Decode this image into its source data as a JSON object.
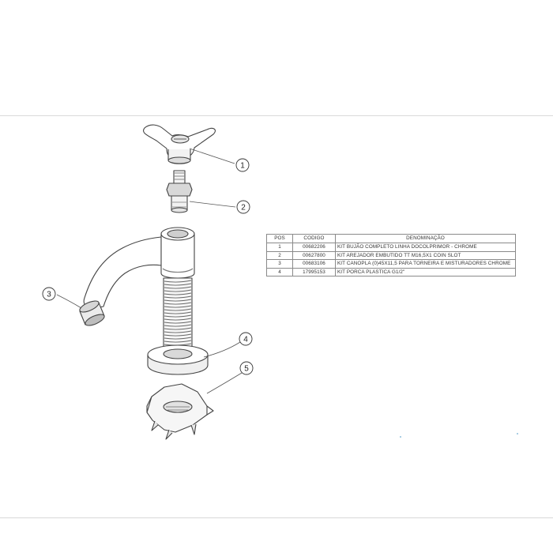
{
  "callouts": [
    "1",
    "2",
    "3",
    "4",
    "5"
  ],
  "table": {
    "headers": [
      "POS",
      "CODIGO",
      "DENOMINAÇÃO"
    ],
    "rows": [
      {
        "pos": "1",
        "code": "00682206",
        "name": "KIT BUJÃO COMPLETO LINHA DOCOLPRIMOR - CHROME"
      },
      {
        "pos": "2",
        "code": "00627800",
        "name": "KIT AREJADOR EMBUTIDO TT M16,5X1 COIN SLOT"
      },
      {
        "pos": "3",
        "code": "00683106",
        "name": "KIT CANOPLA (0)45X11,5 PARA TORNEIRA E MISTURADORES CHROME"
      },
      {
        "pos": "4",
        "code": "17995153",
        "name": "KIT PORCA PLASTICA G1/2\""
      }
    ]
  }
}
